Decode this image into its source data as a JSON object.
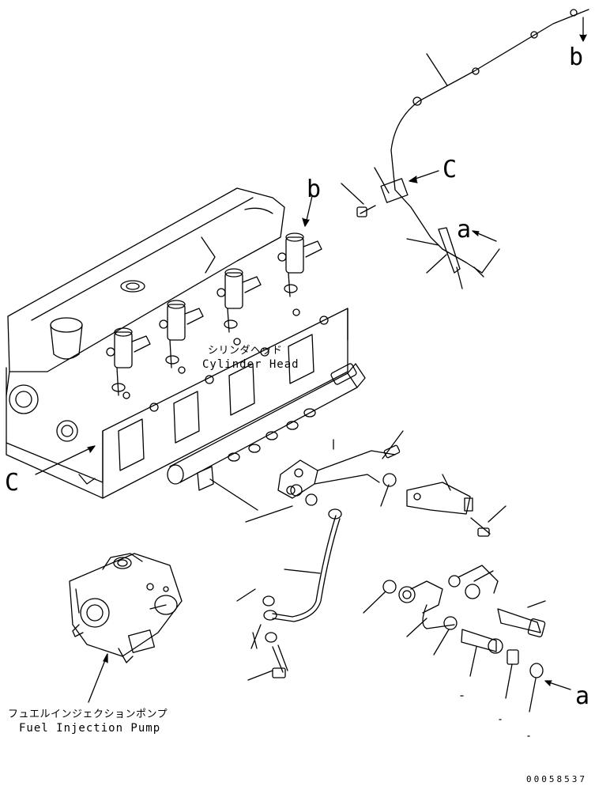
{
  "callouts": {
    "b_top": "b",
    "b_head": "b",
    "c_right": "C",
    "c_left": "C",
    "a_upper": "a",
    "a_lower": "a"
  },
  "cylinder_head": {
    "label_jp": "シリンダヘッド",
    "label_en": "Cylinder Head"
  },
  "fuel_pump": {
    "label_jp": "フュエルインジェクションポンプ",
    "label_en": "Fuel Injection Pump"
  },
  "drawing_number": "00058537"
}
